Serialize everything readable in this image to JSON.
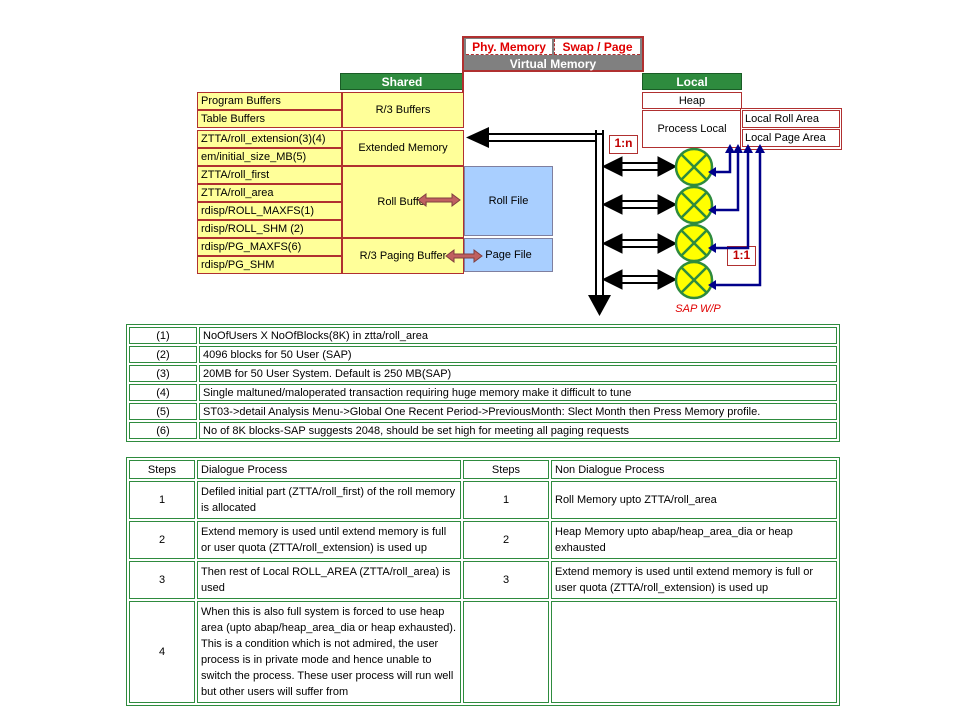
{
  "memory": {
    "phys": "Phy. Memory",
    "swap": "Swap / Page",
    "virtual": "Virtual Memory",
    "shared": "Shared",
    "local": "Local"
  },
  "local_boxes": {
    "heap": "Heap",
    "process_local": "Process Local",
    "local_roll": "Local Roll Area",
    "local_page": "Local Page Area"
  },
  "params": [
    "Program Buffers",
    "Table Buffers",
    "ZTTA/roll_extension(3)(4)",
    "em/initial_size_MB(5)",
    "ZTTA/roll_first",
    "ZTTA/roll_area",
    "rdisp/ROLL_MAXFS(1)",
    "rdisp/ROLL_SHM (2)",
    "rdisp/PG_MAXFS(6)",
    "rdisp/PG_SHM"
  ],
  "areas": {
    "r3_buffers": "R/3 Buffers",
    "extended_memory": "Extended Memory",
    "roll_buffer": "Roll Buffer",
    "paging_buffer": "R/3 Paging Buffer",
    "roll_file": "Roll File",
    "page_file": "Page File"
  },
  "ratios": {
    "one_n": "1:n",
    "one_one": "1:1"
  },
  "wp_label": "SAP W/P",
  "notes": [
    {
      "num": "(1)",
      "text": "NoOfUsers X NoOfBlocks(8K) in ztta/roll_area"
    },
    {
      "num": "(2)",
      "text": "4096 blocks for 50 User (SAP)"
    },
    {
      "num": "(3)",
      "text": "20MB for 50 User System. Default is 250 MB(SAP)"
    },
    {
      "num": "(4)",
      "text": "Single maltuned/maloperated transaction requiring huge memory make it difficult to tune"
    },
    {
      "num": "(5)",
      "text": "ST03->detail Analysis Menu->Global One Recent Period->PreviousMonth: Slect Month then Press Memory profile."
    },
    {
      "num": "(6)",
      "text": "No of 8K blocks-SAP suggests 2048, should be set high for meeting all paging requests"
    }
  ],
  "steps": {
    "headers": [
      "Steps",
      "Dialogue Process",
      "Steps",
      "Non Dialogue Process"
    ],
    "rows": [
      {
        "s1": "1",
        "d": "Defiled initial part (ZTTA/roll_first) of the roll memory is allocated",
        "s2": "1",
        "n": "Roll Memory upto ZTTA/roll_area"
      },
      {
        "s1": "2",
        "d": "Extend memory is used until extend memory is full or user quota (ZTTA/roll_extension) is used up",
        "s2": "2",
        "n": "Heap Memory upto abap/heap_area_dia or heap exhausted"
      },
      {
        "s1": "3",
        "d": "Then rest of Local ROLL_AREA (ZTTA/roll_area) is used",
        "s2": "3",
        "n": "Extend memory is used until extend memory is full or user quota (ZTTA/roll_extension) is used up"
      },
      {
        "s1": "4",
        "d": "When this is also full system is forced to use heap area (upto abap/heap_area_dia or heap exhausted). This is a condition which is not admired, the user process is in private mode and hence unable to switch the process. These user process will run well but other users will suffer from",
        "s2": "",
        "n": ""
      }
    ]
  },
  "colors": {
    "green": "#2e8b3e",
    "red": "#b03030",
    "yellow": "#ffff99",
    "blue": "#a9cfff"
  }
}
